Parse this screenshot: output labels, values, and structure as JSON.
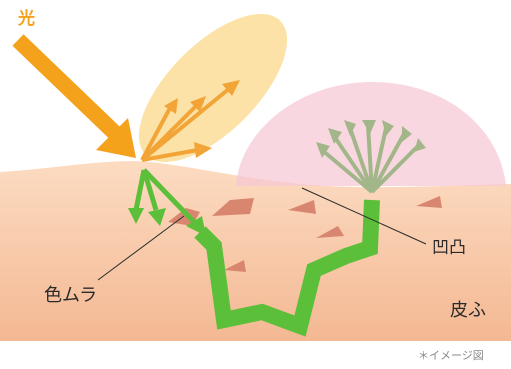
{
  "labels": {
    "light": "光",
    "unevenness": "凹凸",
    "uneven_color": "色ムラ",
    "skin": "皮ふ",
    "image_note": "＊イメージ図"
  },
  "colors": {
    "light_arrow": "#f4a21c",
    "reflection_glow": "#fbd88a",
    "scatter_dome": "#f6c6d4",
    "skin_top": "#fbd3b4",
    "skin_bottom": "#f3b48e",
    "pigment_spot": "#d98670",
    "penetration_path": "#5cbf3a",
    "scattered_rays": "#a3b68a"
  }
}
